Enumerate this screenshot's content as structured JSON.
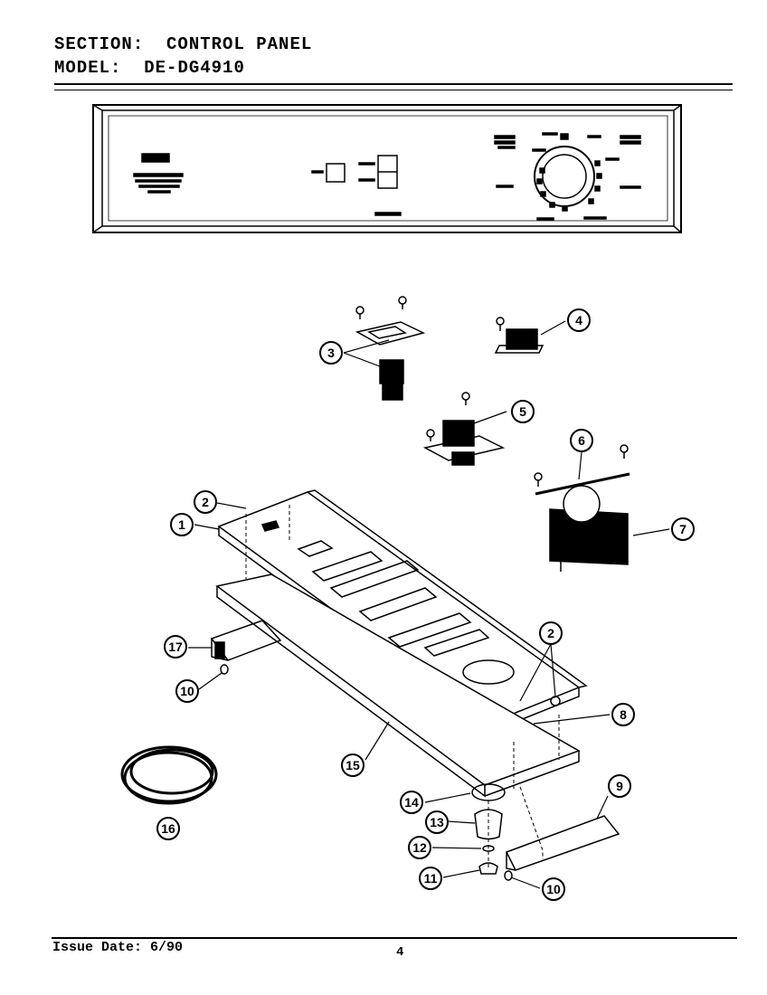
{
  "header": {
    "section_label": "SECTION:",
    "section_value": "CONTROL PANEL",
    "model_label": "MODEL:",
    "model_value": "DE-DG4910"
  },
  "footer": {
    "issue_date": "Issue Date: 6/90",
    "page_number": "4"
  },
  "callouts": [
    "1",
    "2",
    "3",
    "4",
    "5",
    "6",
    "7",
    "8",
    "9",
    "10",
    "11",
    "12",
    "13",
    "14",
    "15",
    "16",
    "17"
  ]
}
